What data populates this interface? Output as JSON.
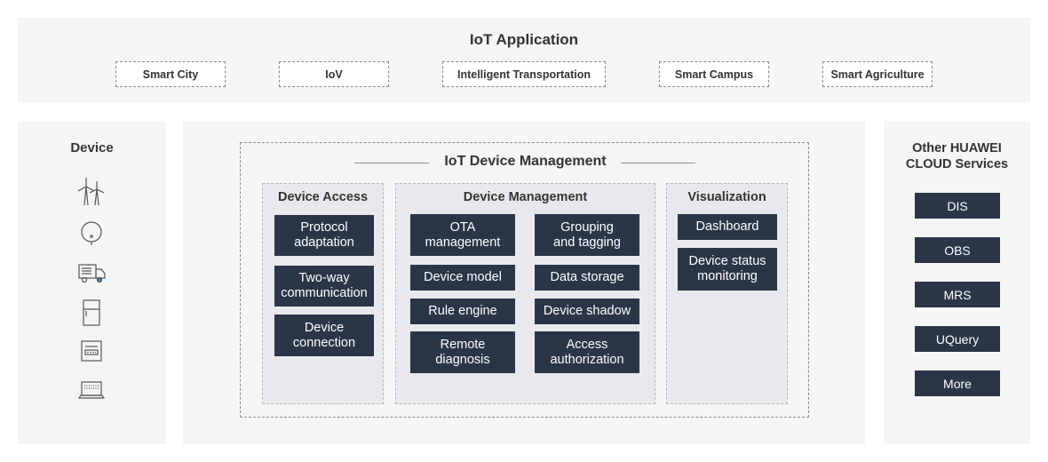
{
  "application": {
    "title": "IoT Application",
    "items": [
      "Smart City",
      "IoV",
      "Intelligent Transportation",
      "Smart Campus",
      "Smart Agriculture"
    ]
  },
  "device": {
    "title": "Device",
    "icons": [
      "wind-turbine-icon",
      "gas-meter-icon",
      "truck-icon",
      "refrigerator-icon",
      "pos-terminal-icon",
      "laptop-icon"
    ]
  },
  "management": {
    "title": "IoT Device Management",
    "access": {
      "title": "Device Access",
      "items": [
        "Protocol\nadaptation",
        "Two-way\ncommunication",
        "Device\nconnection"
      ]
    },
    "device_management": {
      "title": "Device Management",
      "left_items": [
        "OTA\nmanagement",
        "Device model",
        "Rule engine",
        "Remote\ndiagnosis"
      ],
      "right_items": [
        "Grouping\nand tagging",
        "Data storage",
        "Device shadow",
        "Access\nauthorization"
      ]
    },
    "visualization": {
      "title": "Visualization",
      "items": [
        "Dashboard",
        "Device status\nmonitoring"
      ]
    }
  },
  "cloud": {
    "title": "Other HUAWEI\nCLOUD Services",
    "items": [
      "DIS",
      "OBS",
      "MRS",
      "UQuery",
      "More"
    ]
  },
  "colors": {
    "panel_background": "#f5f5f5",
    "box_fill": "#2b3548",
    "group_fill": "#e9e9ed"
  }
}
